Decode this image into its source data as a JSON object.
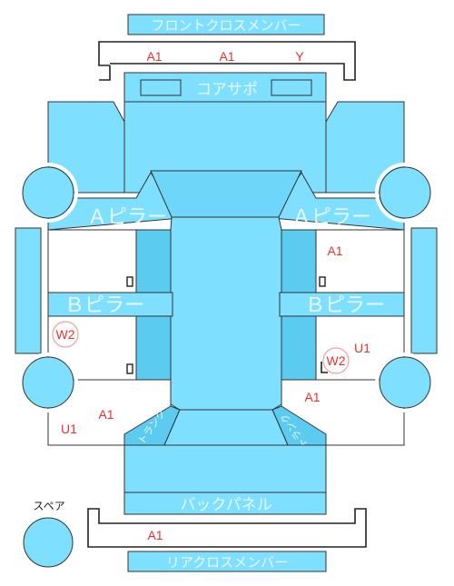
{
  "labels": {
    "front_cross_member": "フロントクロスメンバー",
    "core_support": "コアサポ",
    "a_pillar": "Ａピラー",
    "b_pillar": "Ｂピラー",
    "back_panel": "バックパネル",
    "rear_cross_member": "リアクロスメンバー",
    "spare": "スペア",
    "trunk_left": "トランク",
    "trunk_right": "トランク"
  },
  "damage_codes": {
    "front_1": "A1",
    "front_2": "A1",
    "front_3": "Y",
    "right_a": "A1",
    "right_u": "U1",
    "right_w": "W2",
    "right_a2": "A1",
    "left_w": "W2",
    "left_a": "A1",
    "left_u": "U1",
    "rear_a": "A1"
  },
  "colors": {
    "panel": "#7fdfff",
    "panel_dark": "#5ccbf0",
    "outline": "#333333",
    "code_red": "#e8312f"
  }
}
